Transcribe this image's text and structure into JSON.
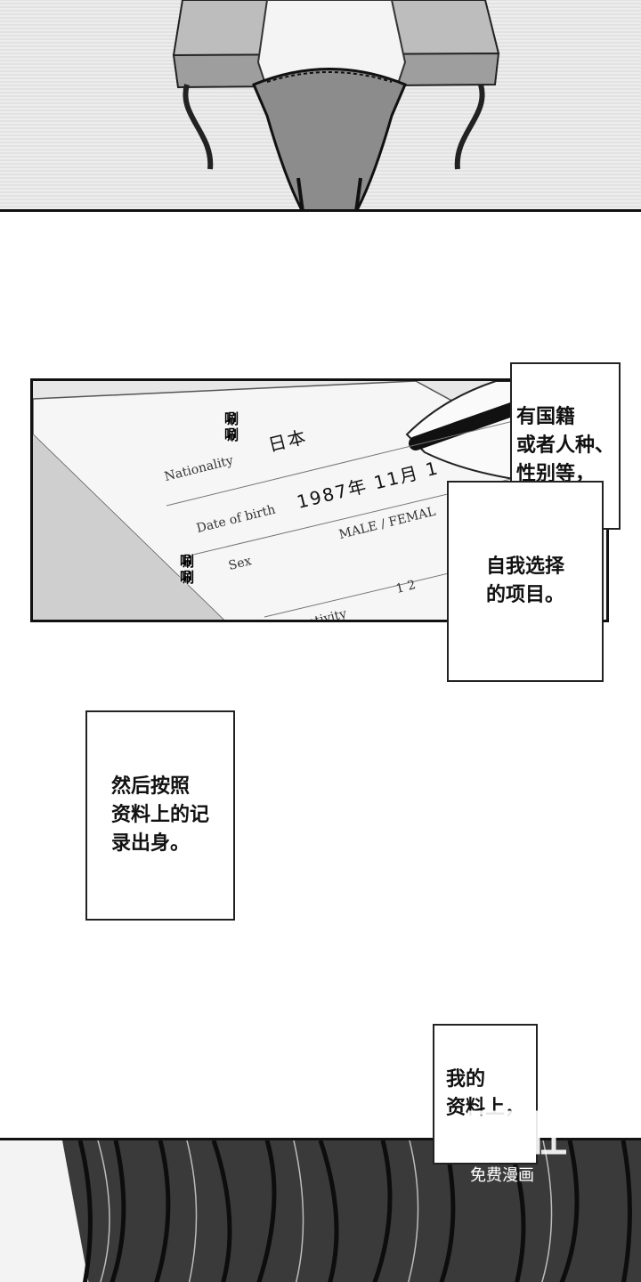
{
  "captions": {
    "cap1": "有国籍\n或者人种、\n性别等，",
    "cap2": "自我选择\n的项目。",
    "cap3": "然后按照\n资料上的记\n录出身。",
    "cap4": "我的\n资料上，"
  },
  "sfx": {
    "s1": "唰\n唰",
    "s2": "唰\n唰"
  },
  "form": {
    "nationality_label": "Nationality",
    "nationality_value": "日本",
    "dob_label": "Date of birth",
    "dob_value": "1987年 11月 1",
    "sex_label": "Sex",
    "sex_options": "MALE / FEMAL",
    "creativity_label": "Creativity",
    "scale": "1    2"
  },
  "watermark": {
    "subtitle": "免费漫画"
  }
}
